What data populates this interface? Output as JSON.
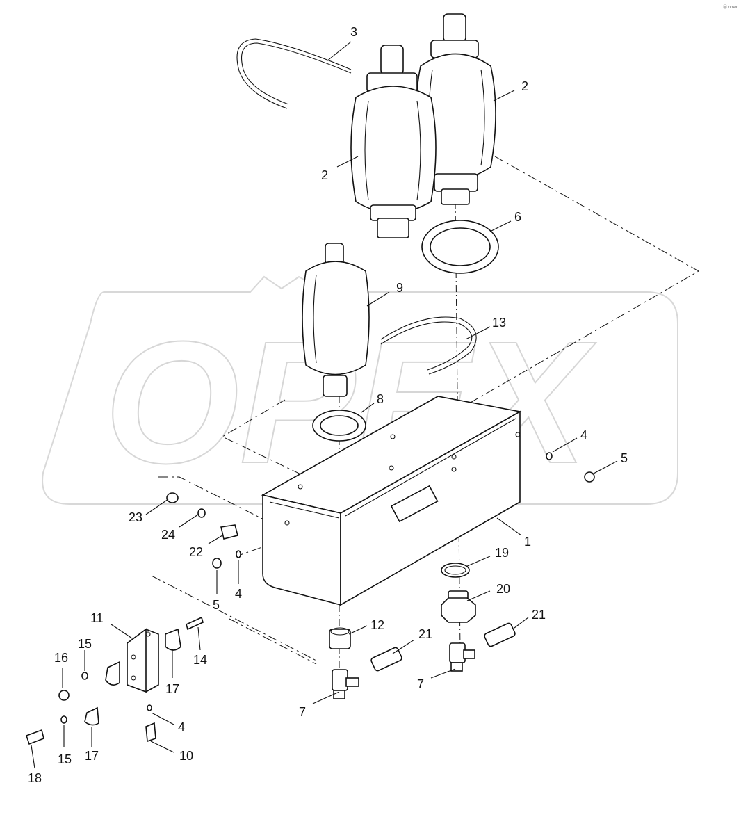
{
  "watermark": {
    "text": "OPEX"
  },
  "corner_mark": "ⓞ opex",
  "callouts": [
    {
      "id": "c3",
      "text": "3"
    },
    {
      "id": "c2a",
      "text": "2"
    },
    {
      "id": "c2b",
      "text": "2"
    },
    {
      "id": "c6",
      "text": "6"
    },
    {
      "id": "c9",
      "text": "9"
    },
    {
      "id": "c13",
      "text": "13"
    },
    {
      "id": "c8",
      "text": "8"
    },
    {
      "id": "c4a",
      "text": "4"
    },
    {
      "id": "c5a",
      "text": "5"
    },
    {
      "id": "c1",
      "text": "1"
    },
    {
      "id": "c19",
      "text": "19"
    },
    {
      "id": "c20",
      "text": "20"
    },
    {
      "id": "c21a",
      "text": "21"
    },
    {
      "id": "c21b",
      "text": "21"
    },
    {
      "id": "c12",
      "text": "12"
    },
    {
      "id": "c7a",
      "text": "7"
    },
    {
      "id": "c7b",
      "text": "7"
    },
    {
      "id": "c23",
      "text": "23"
    },
    {
      "id": "c24",
      "text": "24"
    },
    {
      "id": "c22",
      "text": "22"
    },
    {
      "id": "c5b",
      "text": "5"
    },
    {
      "id": "c4b",
      "text": "4"
    },
    {
      "id": "c11",
      "text": "11"
    },
    {
      "id": "c14",
      "text": "14"
    },
    {
      "id": "c15a",
      "text": "15"
    },
    {
      "id": "c16",
      "text": "16"
    },
    {
      "id": "c17a",
      "text": "17"
    },
    {
      "id": "c4c",
      "text": "4"
    },
    {
      "id": "c10",
      "text": "10"
    },
    {
      "id": "c15b",
      "text": "15"
    },
    {
      "id": "c17b",
      "text": "17"
    },
    {
      "id": "c18",
      "text": "18"
    }
  ]
}
